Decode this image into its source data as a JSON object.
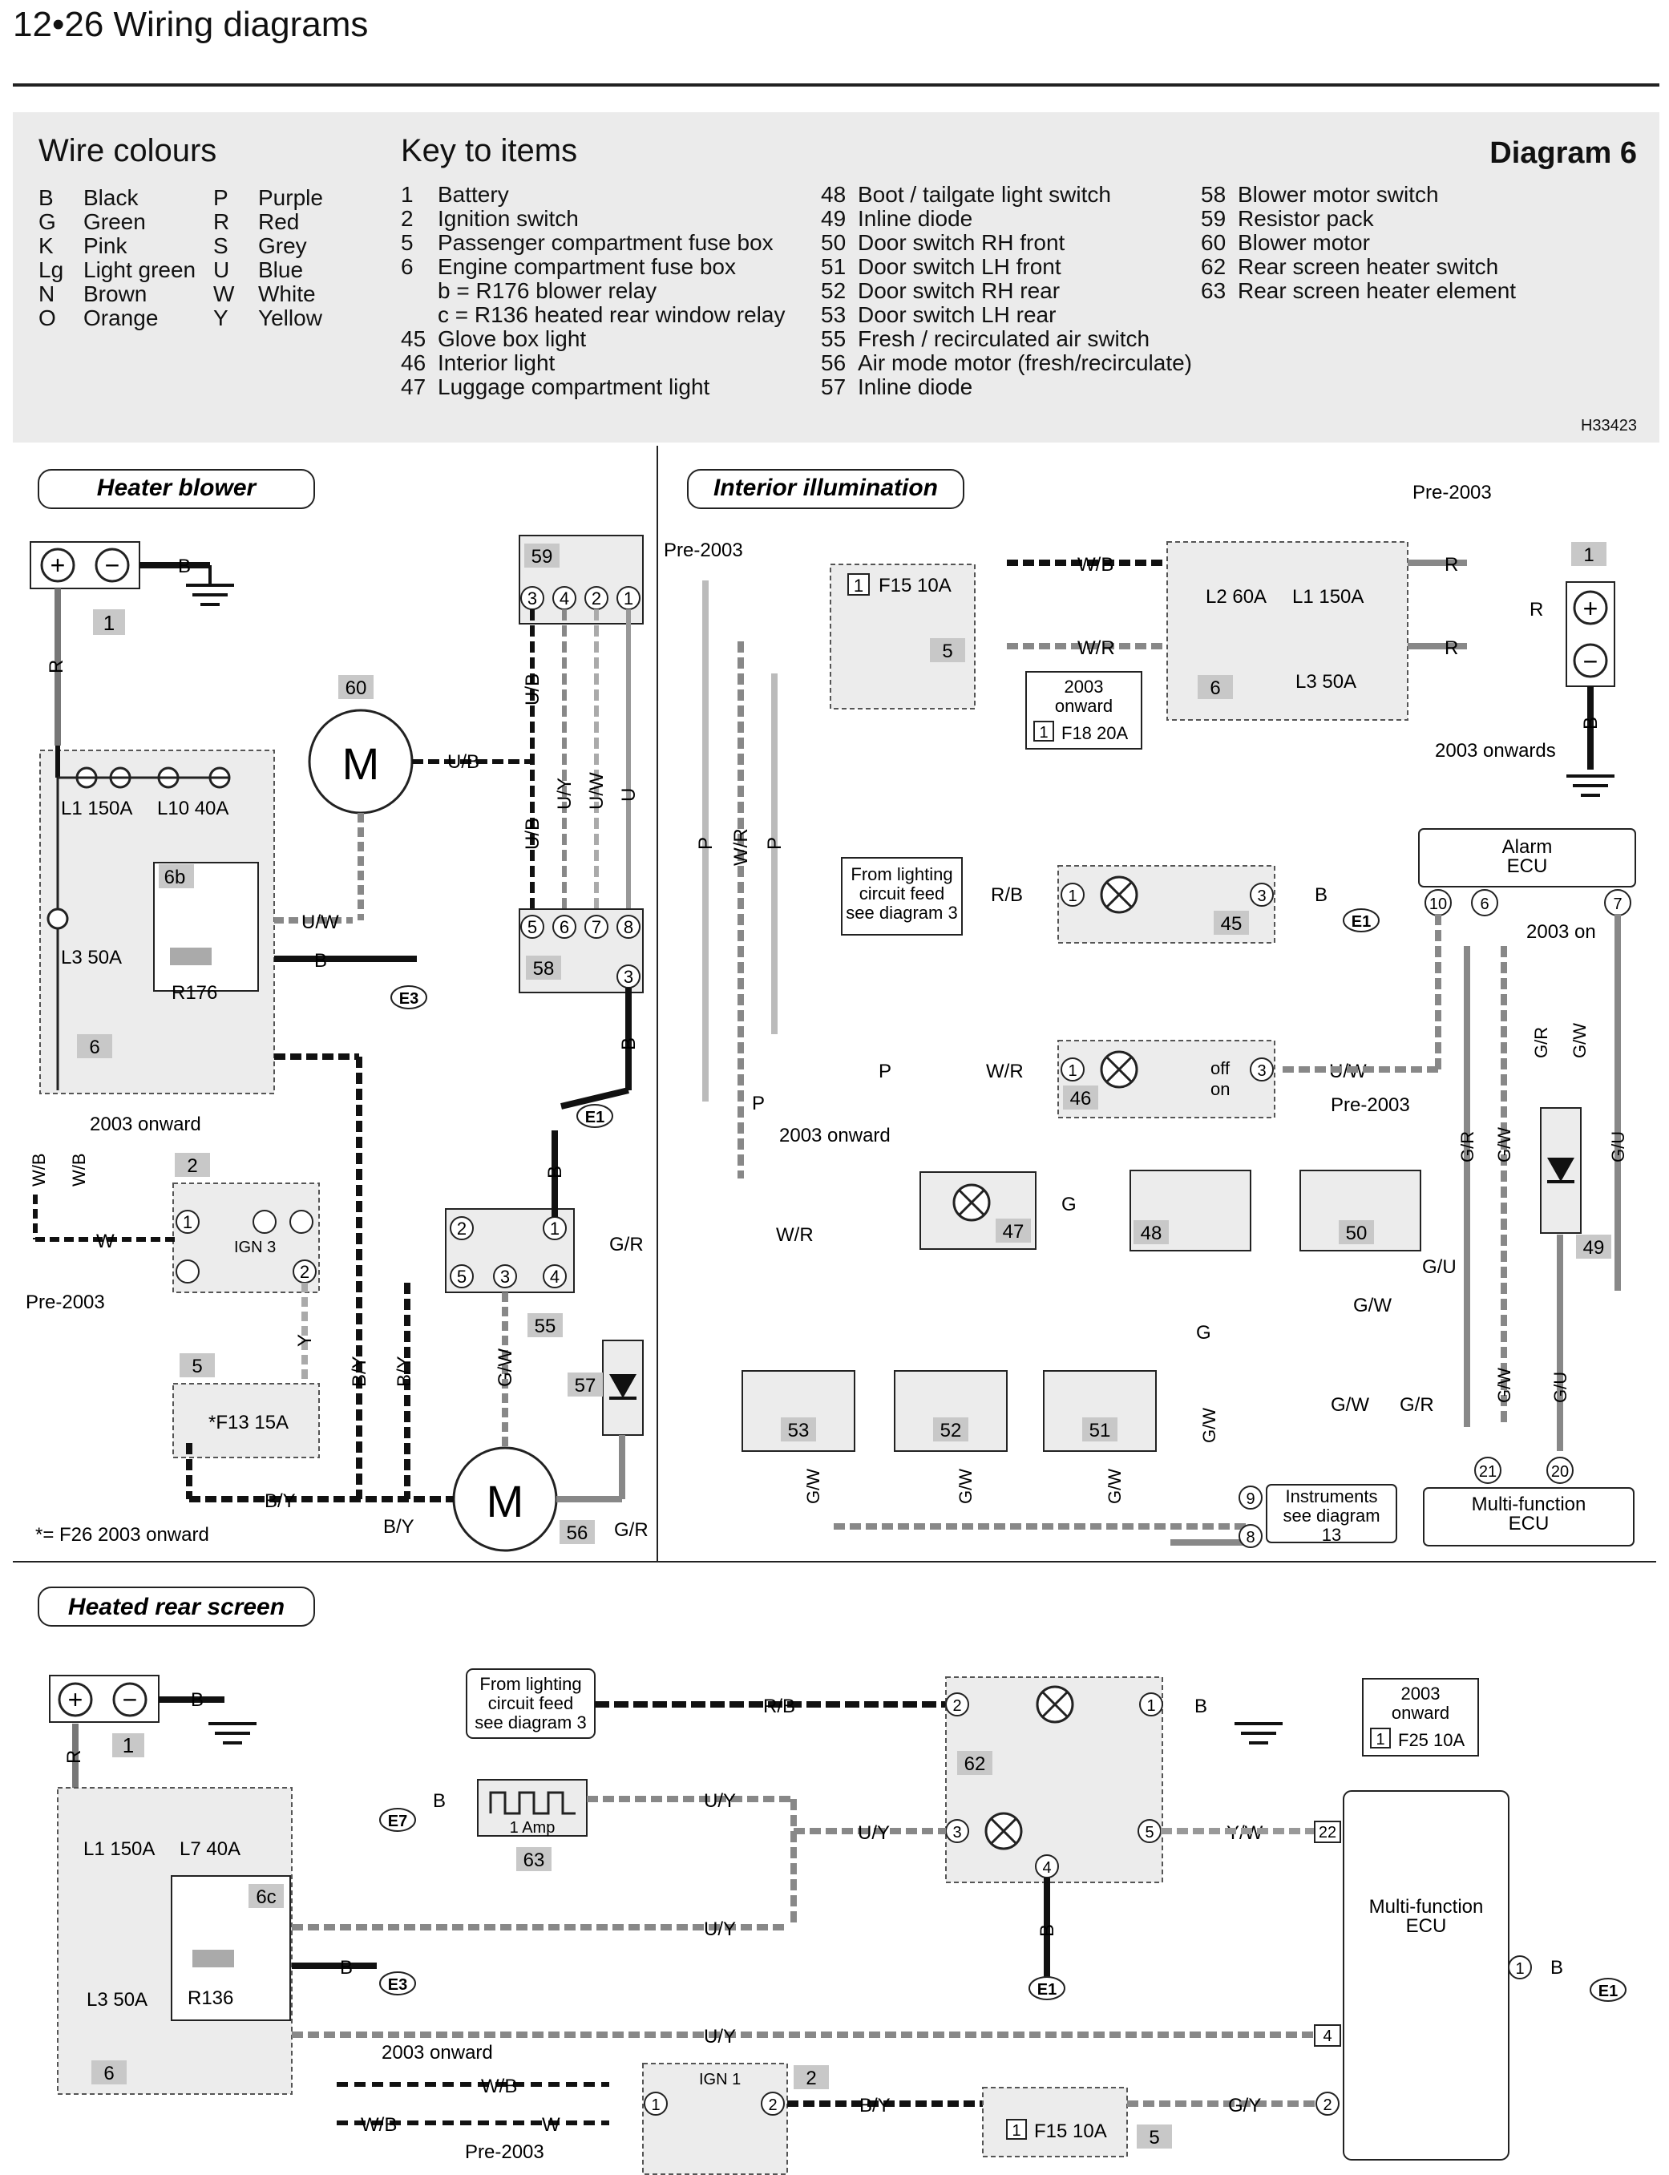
{
  "page": {
    "title": "12•26  Wiring diagrams",
    "diagram": "Diagram 6",
    "ref": "H33423"
  },
  "wire_colours": {
    "heading": "Wire colours",
    "col1": [
      {
        "code": "B",
        "name": "Black"
      },
      {
        "code": "G",
        "name": "Green"
      },
      {
        "code": "K",
        "name": "Pink"
      },
      {
        "code": "Lg",
        "name": "Light green"
      },
      {
        "code": "N",
        "name": "Brown"
      },
      {
        "code": "O",
        "name": "Orange"
      }
    ],
    "col2": [
      {
        "code": "P",
        "name": "Purple"
      },
      {
        "code": "R",
        "name": "Red"
      },
      {
        "code": "S",
        "name": "Grey"
      },
      {
        "code": "U",
        "name": "Blue"
      },
      {
        "code": "W",
        "name": "White"
      },
      {
        "code": "Y",
        "name": "Yellow"
      }
    ]
  },
  "key": {
    "heading": "Key to items",
    "col1": [
      {
        "num": "1",
        "text": "Battery"
      },
      {
        "num": "2",
        "text": "Ignition switch"
      },
      {
        "num": "5",
        "text": "Passenger compartment fuse box"
      },
      {
        "num": "6",
        "text": "Engine compartment fuse box"
      },
      {
        "num": "",
        "text": "b = R176 blower relay"
      },
      {
        "num": "",
        "text": "c = R136 heated rear window relay"
      },
      {
        "num": "45",
        "text": "Glove box light"
      },
      {
        "num": "46",
        "text": "Interior light"
      },
      {
        "num": "47",
        "text": "Luggage compartment light"
      }
    ],
    "col2": [
      {
        "num": "48",
        "text": "Boot / tailgate light switch"
      },
      {
        "num": "49",
        "text": "Inline diode"
      },
      {
        "num": "50",
        "text": "Door switch RH front"
      },
      {
        "num": "51",
        "text": "Door switch LH front"
      },
      {
        "num": "52",
        "text": "Door switch RH rear"
      },
      {
        "num": "53",
        "text": "Door switch LH rear"
      },
      {
        "num": "55",
        "text": "Fresh / recirculated air switch"
      },
      {
        "num": "56",
        "text": "Air mode motor (fresh/recirculate)"
      },
      {
        "num": "57",
        "text": "Inline diode"
      }
    ],
    "col3": [
      {
        "num": "58",
        "text": "Blower motor switch"
      },
      {
        "num": "59",
        "text": "Resistor pack"
      },
      {
        "num": "60",
        "text": "Blower motor"
      },
      {
        "num": "62",
        "text": "Rear screen heater switch"
      },
      {
        "num": "63",
        "text": "Rear screen heater element"
      }
    ]
  },
  "panels": {
    "heater_blower": "Heater blower",
    "interior_illumination": "Interior illumination",
    "heated_rear_screen": "Heated rear screen"
  },
  "labels": {
    "footnote": "*= F26 2003 onward",
    "pre2003": "Pre-2003",
    "onward2003": "2003 onward",
    "onwards2003": "2003 onwards",
    "on2003": "2003 on",
    "from_lighting": [
      "From lighting",
      "circuit feed",
      "see diagram 3"
    ],
    "instruments": [
      "Instruments",
      "see diagram",
      "13"
    ],
    "alarm_ecu": [
      "Alarm",
      "ECU"
    ],
    "mf_ecu": [
      "Multi-function",
      "ECU"
    ],
    "onward_box": [
      "2003",
      "onward"
    ],
    "f15": "F15 10A",
    "f18": "F18 20A",
    "f13": "*F13 15A",
    "f25": "F25 10A",
    "l1": "L1 150A",
    "l10": "L10 40A",
    "l3": "L3 50A",
    "l2": "L2 60A",
    "l7": "L7 40A",
    "r176": "R176",
    "r136": "R136",
    "ign3": "IGN 3",
    "ign1": "IGN 1",
    "amp1": "1 Amp",
    "off": "off",
    "on": "on"
  }
}
